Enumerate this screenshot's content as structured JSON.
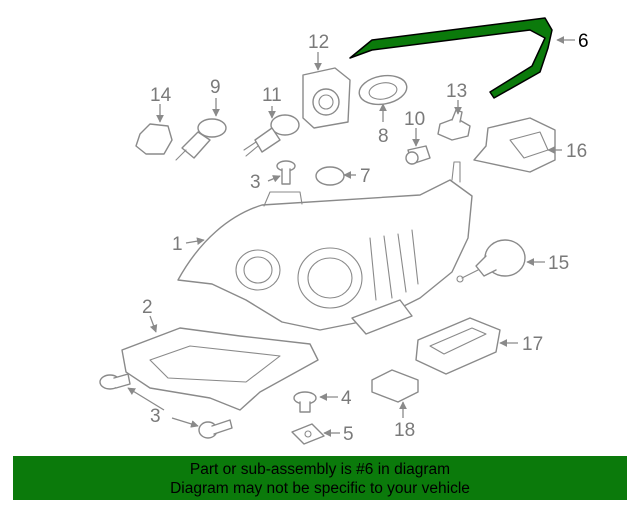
{
  "banner": {
    "line1": "Part or sub-assembly is #6 in diagram",
    "line2": "Diagram may not be specific to your vehicle",
    "background": "#0b7a0b"
  },
  "highlight": {
    "part_number": "6",
    "color": "#0b7a0b"
  },
  "callouts": [
    "1",
    "2",
    "3",
    "3",
    "4",
    "5",
    "6",
    "7",
    "8",
    "9",
    "10",
    "11",
    "12",
    "13",
    "14",
    "15",
    "16",
    "17",
    "18"
  ]
}
